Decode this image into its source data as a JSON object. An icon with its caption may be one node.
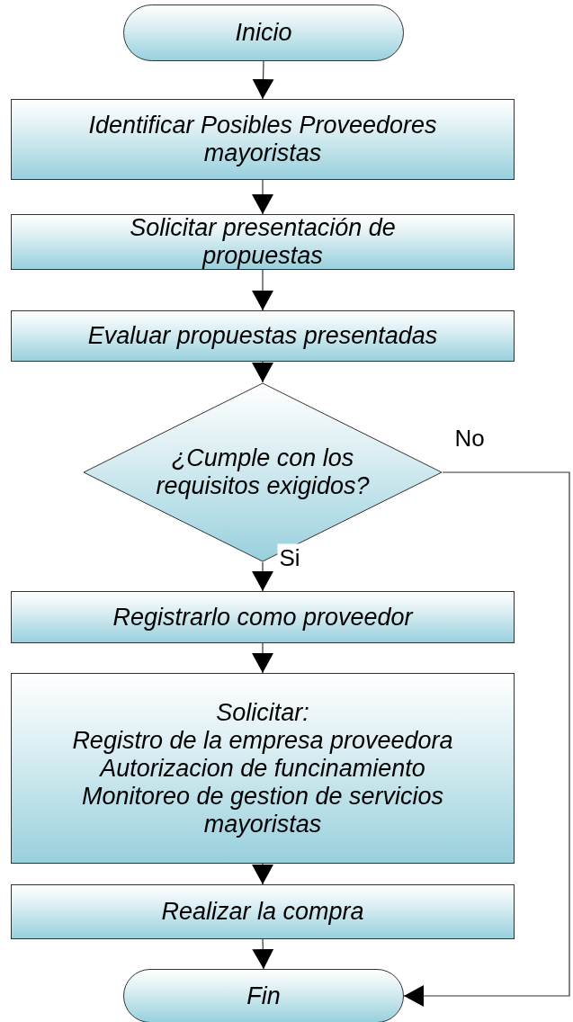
{
  "diagram": {
    "nodes": [
      {
        "text": [
          "Inicio"
        ]
      },
      {
        "text": [
          "Identificar Posibles Proveedores mayoristas"
        ]
      },
      {
        "text": [
          "Solicitar presentación de propuestas"
        ]
      },
      {
        "text": [
          "Evaluar propuestas presentadas"
        ]
      },
      {
        "text": [
          "¿Cumple con los requisitos exigidos?"
        ]
      },
      {
        "text": [
          "Registrarlo como proveedor"
        ]
      },
      {
        "text": [
          "Solicitar:",
          "Registro de la empresa proveedora",
          "Autorizacion de funcinamiento",
          "Monitoreo de gestion de servicios mayoristas"
        ]
      },
      {
        "text": [
          "Realizar la compra"
        ]
      },
      {
        "text": [
          "Fin"
        ]
      }
    ],
    "edges": [
      {
        "from": 0,
        "to": 1,
        "arrow": "to"
      },
      {
        "from": 1,
        "to": 2,
        "arrow": "to"
      },
      {
        "from": 2,
        "to": 3,
        "arrow": "to"
      },
      {
        "from": 3,
        "to": 4,
        "arrow": "to"
      },
      {
        "from": 4,
        "to": 5,
        "arrow": "to",
        "label": "Si"
      },
      {
        "from": 4,
        "to": 8,
        "arrow": "to",
        "label": "No"
      },
      {
        "from": 5,
        "to": 6,
        "arrow": "to"
      },
      {
        "from": 6,
        "to": 7,
        "arrow": "to"
      },
      {
        "from": 7,
        "to": 8,
        "arrow": "to"
      }
    ]
  }
}
